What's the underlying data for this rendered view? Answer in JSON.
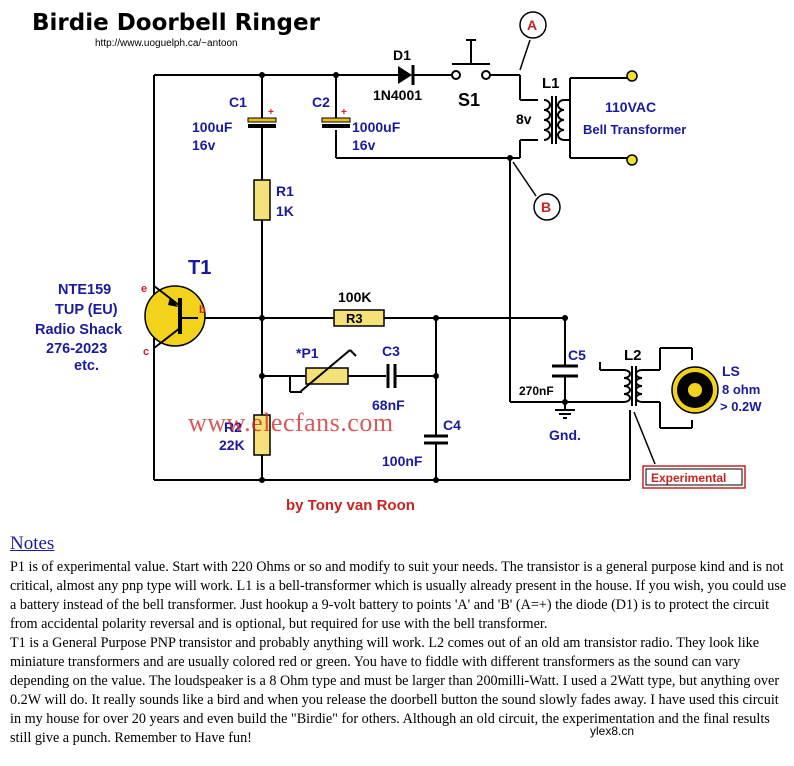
{
  "title": "Birdie Doorbell Ringer",
  "url": "http://www.uoguelph.ca/~antoon",
  "author": "by Tony van Roon",
  "components": {
    "d1_name": "D1",
    "d1_type": "1N4001",
    "s1_name": "S1",
    "c1_name": "C1",
    "c1_value": "100uF",
    "c1_voltage": "16v",
    "c2_name": "C2",
    "c2_value": "1000uF",
    "c2_voltage": "16v",
    "l1_name": "L1",
    "l1_secondary": "8v",
    "l1_primary": "110VAC",
    "l1_type": "Bell Transformer",
    "r1_name": "R1",
    "r1_value": "1K",
    "t1_name": "T1",
    "t1_line1": "NTE159",
    "t1_line2": "TUP (EU)",
    "t1_line3": "Radio Shack",
    "t1_line4": "276-2023",
    "t1_line5": "etc.",
    "pin_e": "e",
    "pin_b": "b",
    "pin_c": "c",
    "r3_value": "100K",
    "r3_name": "R3",
    "p1_name": "*P1",
    "c3_name": "C3",
    "c3_value": "68nF",
    "r2_name": "R2",
    "r2_value": "22K",
    "c4_name": "C4",
    "c4_value": "100nF",
    "c5_name": "C5",
    "c5_value": "270nF",
    "gnd": "Gnd.",
    "l2_name": "L2",
    "ls_name": "LS",
    "ls_impedance": "8 ohm",
    "ls_power": "> 0.2W",
    "experimental": "Experimental",
    "point_a": "A",
    "point_b": "B"
  },
  "watermark": "www.elecfans.com",
  "watermark_corner": "ylex8.cn",
  "notes": {
    "heading": "Notes",
    "paragraph1": "P1 is of experimental value. Start with 220 Ohms or so and modify to suit your needs. The transistor is a general purpose kind and is not critical, almost any pnp type will work. L1 is a bell-transformer which is usually already present in the house. If you wish, you could use a battery instead of the bell transformer. Just hookup a 9-volt battery to points 'A' and 'B' (A=+) the diode (D1) is to protect the circuit from accidental polarity reversal and is optional, but required for use with the bell transformer.",
    "paragraph2": "T1 is a General Purpose PNP transistor and probably anything will work. L2 comes out of an old am transistor radio. They look like miniature transformers and are usually colored red or green. You have to fiddle with different transformers as the sound can vary depending on the value. The loudspeaker is a 8 Ohm type and must be larger than 200milli-Watt. I used a 2Watt type, but anything over 0.2W will do. It really sounds like a bird and when you release the doorbell button the sound slowly fades away. I have used this circuit in my house for over 20 years and even build the \"Birdie\" for others. Although an old circuit, the experimentation and the final results still give a punch. Remember to Have fun!"
  },
  "colors": {
    "label_blue": "#1a1aa0",
    "author_red": "#cc2222",
    "transistor_yellow": "#f2d21a",
    "capacitor_yellow": "#e8c020",
    "resistor_yellow": "#f5e17a",
    "terminal_yellow": "#f0e030",
    "point_circle_red": "#cc2222",
    "experimental_red": "#cc2222"
  }
}
